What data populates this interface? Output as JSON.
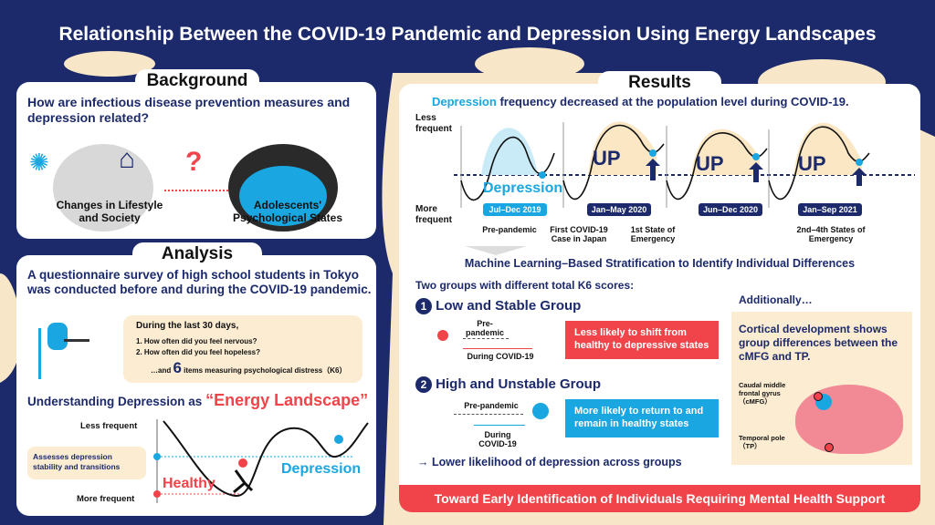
{
  "title": "Relationship Between the COVID-19 Pandemic and Depression Using Energy Landscapes",
  "colors": {
    "navy": "#1c2a6b",
    "cyan": "#1aa6e0",
    "red": "#f0444a",
    "cream": "#f7e6c8"
  },
  "background": {
    "heading": "Background",
    "question": "How are infectious disease prevention measures and depression related?",
    "left_label": "Changes in Lifestyle and Society",
    "right_label": "Adolescents' Psychological States",
    "mark": "?"
  },
  "analysis": {
    "heading": "Analysis",
    "intro": "A questionnaire survey of high school students in Tokyo was conducted before and during the COVID-19 pandemic.",
    "survey": {
      "lead": "During the last 30 days,",
      "q1": "1. How often did you feel nervous?",
      "q2": "2. How often did you feel hopeless?",
      "more_pre": "…and",
      "more_num": "6",
      "more_post": "items measuring psychological distress（K6）"
    },
    "understanding": "Understanding Depression as",
    "energy": "“Energy Landscape”",
    "axis_top": "Less frequent",
    "axis_bottom": "More frequent",
    "assess": "Assesses depression stability and transitions",
    "healthy": "Healthy",
    "depression": "Depression"
  },
  "results": {
    "heading": "Results",
    "headline_hl": "Depression",
    "headline": "frequency decreased at the population level during COVID-19.",
    "axis_top": "Less frequent",
    "axis_bottom": "More frequent",
    "depression": "Depression",
    "up": "UP",
    "periods": [
      "Jul–Dec 2019",
      "Jan–May 2020",
      "Jun–Dec 2020",
      "Jan–Sep 2021"
    ],
    "events": [
      "Pre-pandemic",
      "First COVID-19 Case in Japan",
      "1st State of Emergency",
      "2nd–4th States of Emergency"
    ],
    "ml": "Machine Learning–Based Stratification to Identify Individual Differences",
    "two_groups": "Two groups with different total K6 scores:",
    "group1": {
      "num": "1",
      "title": "Low and Stable Group",
      "pre": "Pre-pandemic",
      "during": "During COVID-19",
      "box": "Less likely to shift from healthy to depressive states"
    },
    "group2": {
      "num": "2",
      "title": "High and Unstable Group",
      "pre": "Pre-pandemic",
      "during": "During COVID-19",
      "box": "More likely to return to and remain in healthy states"
    },
    "conclusion": "→ Lower likelihood of depression across groups",
    "additionally": "Additionally…",
    "cortical": "Cortical development shows group differences between the cMFG and TP.",
    "cmfg": "Caudal middle frontal gyrus（cMFG）",
    "tp": "Temporal pole（TP）",
    "footer": "Toward Early Identification of Individuals Requiring Mental Health Support"
  }
}
